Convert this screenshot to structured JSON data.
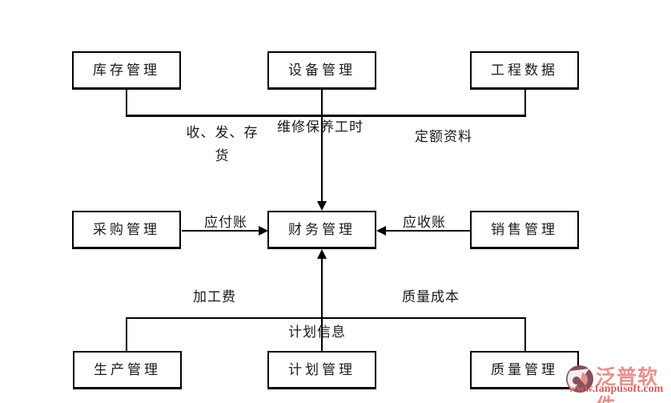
{
  "diagram": {
    "nodes": [
      {
        "id": "inventory",
        "label": "库存管理"
      },
      {
        "id": "equipment",
        "label": "设备管理"
      },
      {
        "id": "engineering",
        "label": "工程数据"
      },
      {
        "id": "procurement",
        "label": "采购管理"
      },
      {
        "id": "finance",
        "label": "财务管理"
      },
      {
        "id": "sales",
        "label": "销售管理"
      },
      {
        "id": "production",
        "label": "生产管理"
      },
      {
        "id": "planning",
        "label": "计划管理"
      },
      {
        "id": "quality",
        "label": "质量管理"
      }
    ],
    "edge_labels": {
      "receive_dispatch_stock": "收、发、存 货",
      "maintenance_hours": "维修保养工时",
      "quota_data": "定额资料",
      "accounts_payable": "应付账",
      "accounts_receivable": "应收账",
      "processing_fee": "加工费",
      "quality_cost": "质量成本",
      "plan_info": "计划信息"
    },
    "line_color": "#000000"
  },
  "watermark": {
    "brand": "泛普软件",
    "url": "www.fanpusoft.com",
    "brand_color": "#e6928e",
    "url_color": "#d05f5c",
    "icon_dark": "#84525a",
    "icon_light": "#e6928e"
  }
}
